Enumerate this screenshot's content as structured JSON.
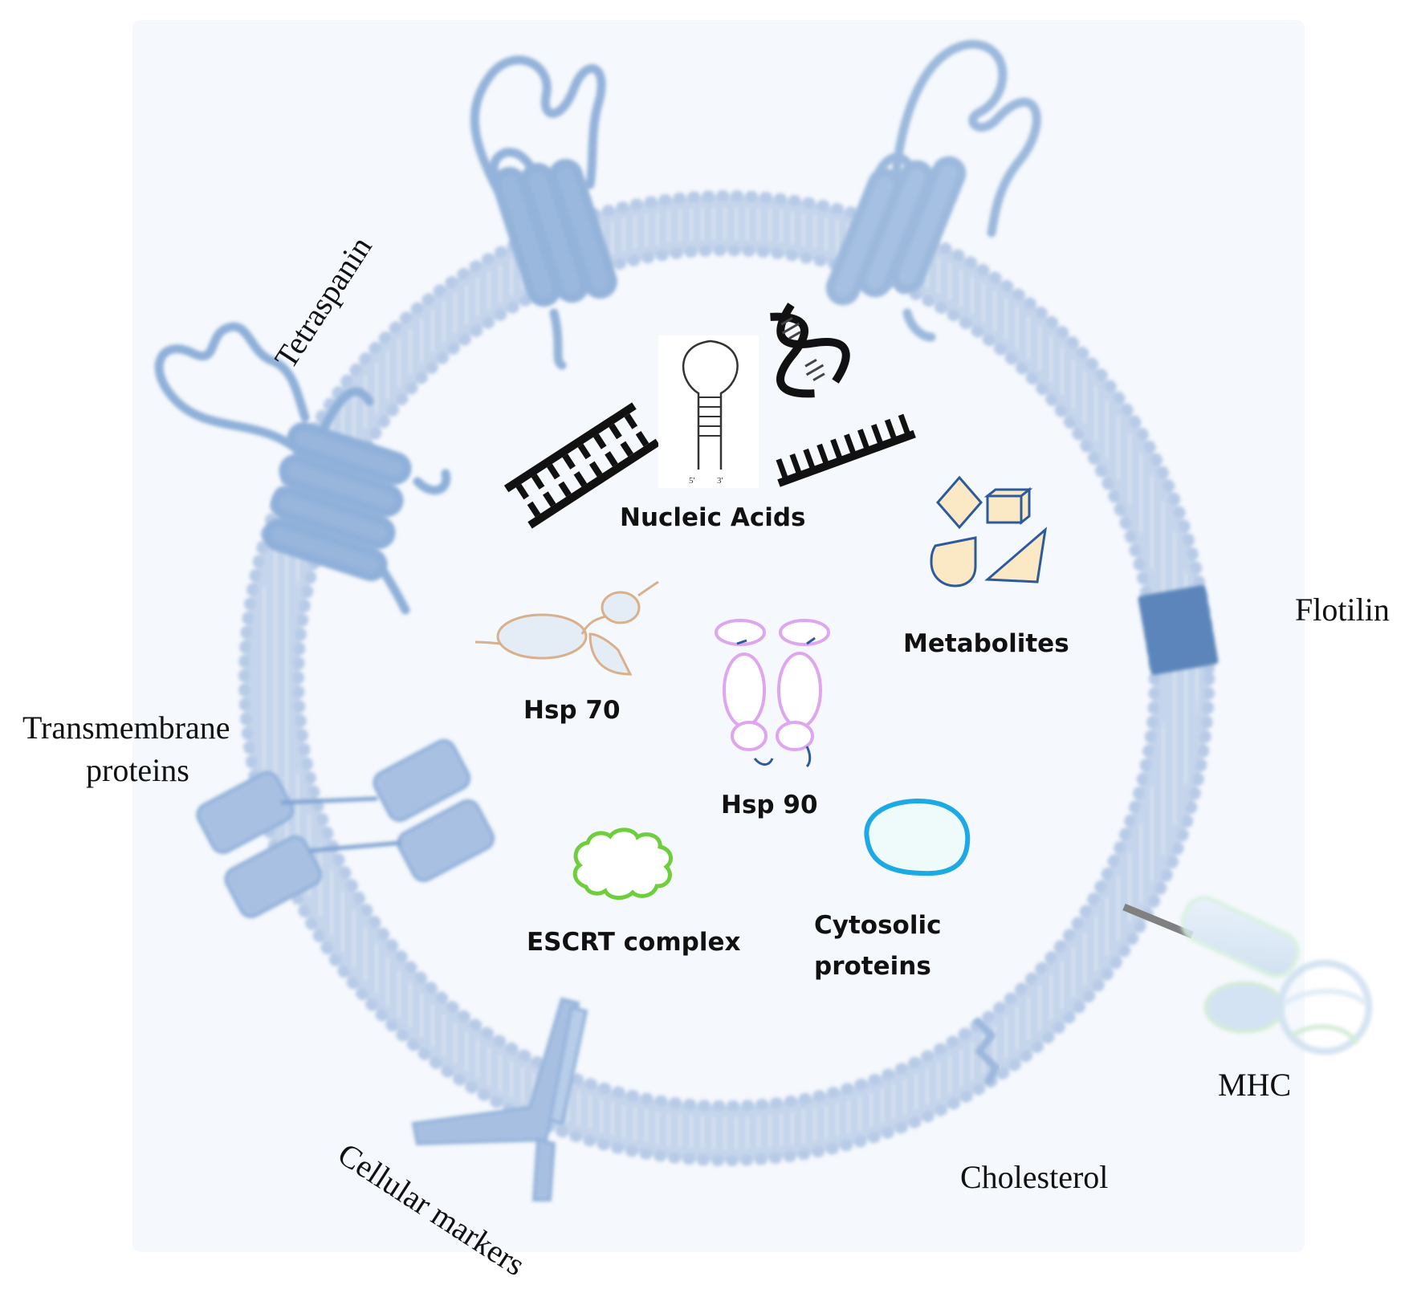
{
  "labels": {
    "nucleic_acids": "Nucleic Acids",
    "metabolites": "Metabolites",
    "hsp70": "Hsp 70",
    "hsp90": "Hsp 90",
    "escrt": "ESCRT complex",
    "cytosolic_line1": "Cytosolic",
    "cytosolic_line2": "proteins",
    "tetraspanin": "Tetraspanin",
    "flotilin": "Flotilin",
    "transmembrane_line1": "Transmembrane",
    "transmembrane_line2": "proteins",
    "mhc": "MHC",
    "cholesterol": "Cholesterol",
    "cellular_markers": "Cellular markers",
    "hairpin_5": "5'",
    "hairpin_3": "3'"
  },
  "colors": {
    "membrane": "#c3d3ea",
    "membrane_dark": "#a9bfdf",
    "protein": "#8fb0d9",
    "flotilin": "#5b86bb",
    "background": "#f5f8fc",
    "metabolite_fill": "#fbe9c6",
    "metabolite_stroke": "#2d5a9c",
    "hsp70_stroke": "#d9b08c",
    "hsp90_stroke": "#dda6ef",
    "escrt_stroke": "#6fce3b",
    "cytosolic_stroke": "#1da9e4"
  }
}
